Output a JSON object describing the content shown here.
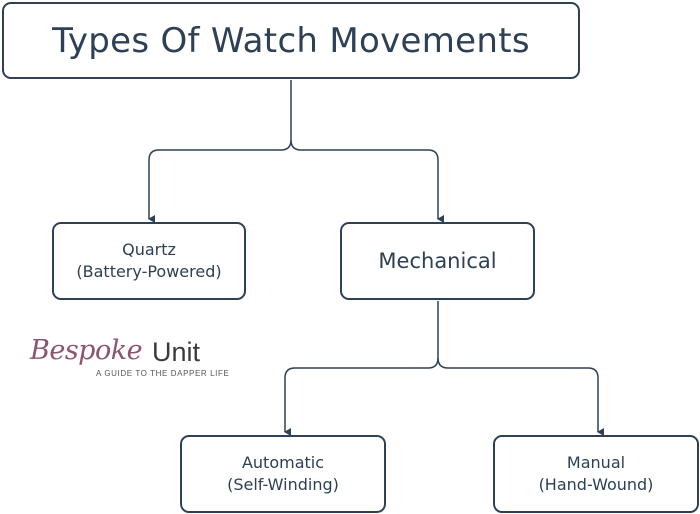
{
  "diagram": {
    "title": "Types Of Watch Movements",
    "nodes": {
      "quartz": {
        "line1": "Quartz",
        "line2": "(Battery-Powered)"
      },
      "mechanical": {
        "label": "Mechanical"
      },
      "automatic": {
        "line1": "Automatic",
        "line2": "(Self-Winding)"
      },
      "manual": {
        "line1": "Manual",
        "line2": "(Hand-Wound)"
      }
    },
    "edges": [
      {
        "from": "Types Of Watch Movements",
        "to": "Quartz"
      },
      {
        "from": "Types Of Watch Movements",
        "to": "Mechanical"
      },
      {
        "from": "Mechanical",
        "to": "Automatic"
      },
      {
        "from": "Mechanical",
        "to": "Manual"
      }
    ]
  },
  "watermark": {
    "script_text": "Bespoke",
    "word_text": "Unit",
    "tagline": "A GUIDE TO THE DAPPER LIFE",
    "colors": {
      "script": "#8c5470",
      "word": "#3a3a3a"
    }
  },
  "colors": {
    "line": "#2d4055",
    "text": "#2d4055",
    "background": "#ffffff"
  }
}
